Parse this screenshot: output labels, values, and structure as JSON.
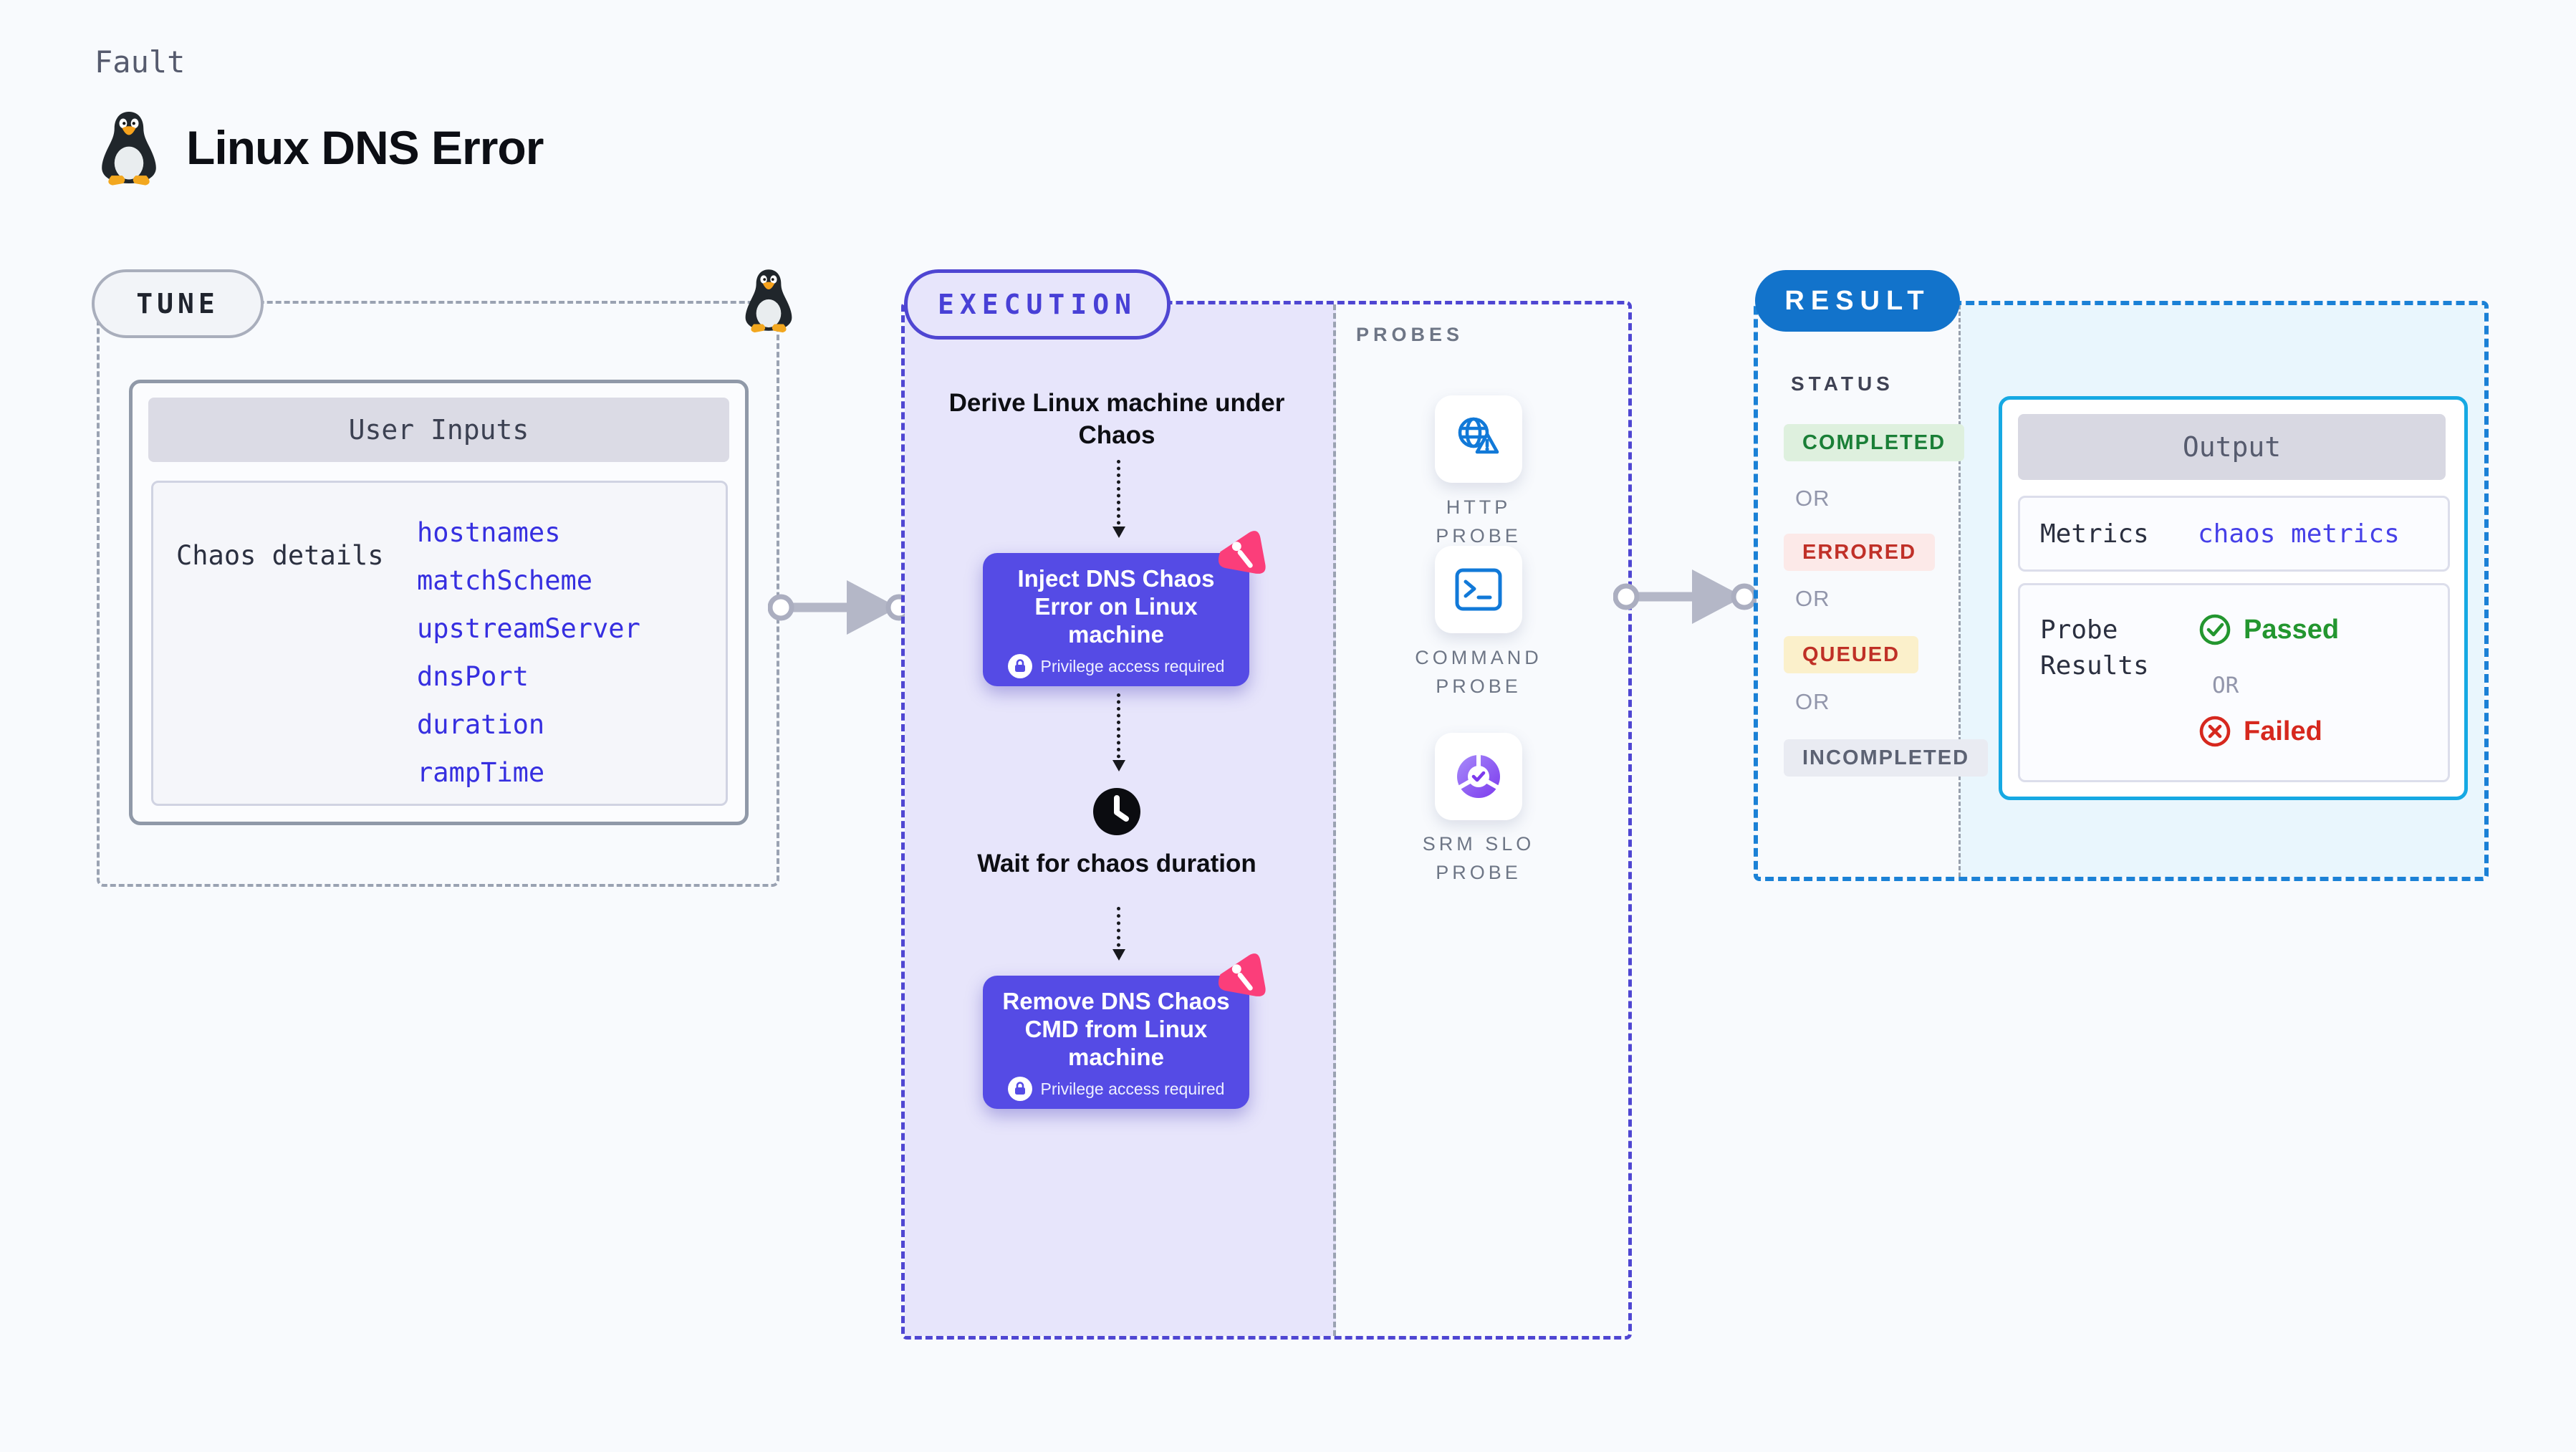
{
  "header": {
    "kicker": "Fault",
    "title": "Linux DNS Error"
  },
  "tune": {
    "label": "TUNE",
    "card_title": "User Inputs",
    "row_label": "Chaos details",
    "items": [
      "hostnames",
      "matchScheme",
      "upstreamServer",
      "dnsPort",
      "duration",
      "rampTime"
    ]
  },
  "execution": {
    "label": "EXECUTION",
    "derive": "Derive Linux machine under Chaos",
    "inject": {
      "text": "Inject DNS Chaos Error on Linux machine",
      "privilege": "Privilege access required"
    },
    "wait": "Wait for chaos duration",
    "remove": {
      "text": "Remove DNS Chaos CMD from Linux machine",
      "privilege": "Privilege access required"
    }
  },
  "probes": {
    "label": "PROBES",
    "items": [
      {
        "name": "HTTP PROBE",
        "icon": "globe-alert-icon"
      },
      {
        "name": "COMMAND PROBE",
        "icon": "terminal-icon"
      },
      {
        "name": "SRM SLO PROBE",
        "icon": "slo-donut-check-icon"
      }
    ]
  },
  "result": {
    "label": "RESULT",
    "status_label": "STATUS",
    "or": "OR",
    "statuses": [
      {
        "text": "COMPLETED",
        "bg": "#def0de",
        "color": "#1a7f37"
      },
      {
        "text": "ERRORED",
        "bg": "#fce9e8",
        "color": "#c03028"
      },
      {
        "text": "QUEUED",
        "bg": "#fbf0cb",
        "color": "#bf3026"
      },
      {
        "text": "INCOMPLETED",
        "bg": "#e9ebf2",
        "color": "#5c6273"
      }
    ],
    "output": {
      "title": "Output",
      "metrics_label": "Metrics",
      "metrics_value": "chaos metrics",
      "probe_label": "Probe Results",
      "or": "OR",
      "passed": "Passed",
      "failed": "Failed"
    }
  },
  "colors": {
    "page_bg": "#f8fafd",
    "execution_fill": "#e7e5fb",
    "execution_border": "#4f46d2",
    "step_card": "#554be5",
    "litmus_pink": "#fb3e7a",
    "probe_blue": "#1179d8",
    "srm_purple": "#7c3aed",
    "result_blue": "#1273cb",
    "result_border": "#1b81d6",
    "output_border": "#16a9e3",
    "output_fill": "#e9f6fd",
    "passed_green": "#23962f",
    "failed_red": "#d6281e",
    "indigo_text": "#362fe0"
  }
}
